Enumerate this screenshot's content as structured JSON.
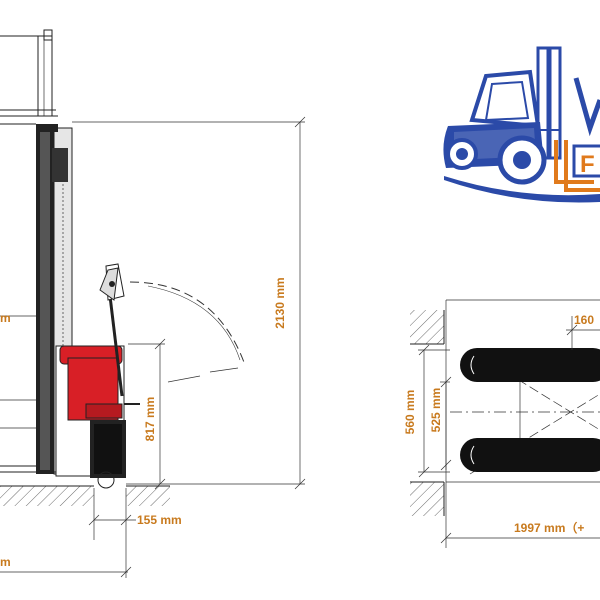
{
  "dimensions": {
    "height_mast": "2130 mm",
    "height_tiller": "817 mm",
    "wheel_offset": "155 mm",
    "fork_width_outer": "560 mm",
    "fork_width_inner": "525 mm",
    "fork_spacing": "160",
    "overall_length": "1997 mm（+",
    "left_partial_1": "m",
    "left_partial_2": "m"
  },
  "logo": {
    "letter_f": "F",
    "brand_color": "#2b4aa8",
    "accent_color": "#e07a1c"
  },
  "colors": {
    "dimension_text": "#c87a1e",
    "stacker_red": "#d81f26",
    "forks": "#111111"
  }
}
